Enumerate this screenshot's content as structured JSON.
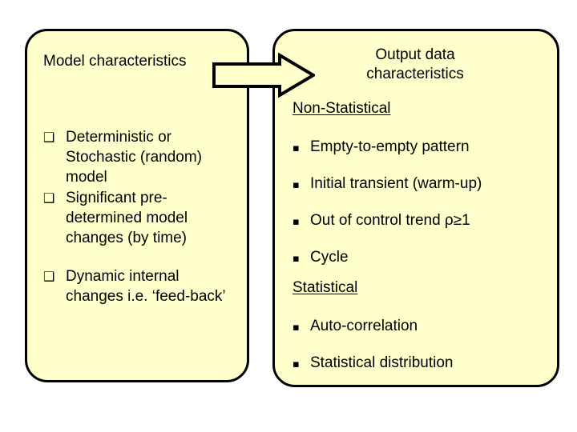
{
  "colors": {
    "panel_fill": "#ffffcc",
    "panel_border": "#000000",
    "arrow_fill": "#ffffcc",
    "arrow_border": "#000000",
    "text": "#000000",
    "background": "#ffffff"
  },
  "left_panel": {
    "title": "Model characteristics",
    "bullet_marker": "❑",
    "items": [
      "Deterministic or Stochastic (random) model",
      "Significant pre-determined model changes (by time)",
      "Dynamic internal changes i.e. ‘feed-back’"
    ]
  },
  "arrow": {
    "direction": "right",
    "icon": "block-arrow-right-icon"
  },
  "right_panel": {
    "title": "Output data\ncharacteristics",
    "bullet_marker": "▪",
    "sections": [
      {
        "heading": "Non-Statistical",
        "items": [
          "Empty-to-empty pattern",
          "Initial transient (warm-up)",
          "Out of control trend ρ≥1",
          "Cycle"
        ]
      },
      {
        "heading": "Statistical",
        "items": [
          "Auto-correlation",
          "Statistical distribution"
        ]
      }
    ]
  }
}
